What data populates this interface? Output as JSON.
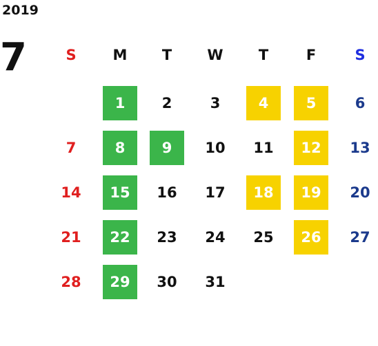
{
  "calendar": {
    "year": "2019",
    "month": "7",
    "weekday_headers": [
      "S",
      "M",
      "T",
      "W",
      "T",
      "F",
      "S"
    ],
    "colors": {
      "sunday": "#e01f1f",
      "saturday": "#1b3a8c",
      "green_highlight": "#3bb54a",
      "yellow_highlight": "#f7d200"
    },
    "weeks": [
      [
        {
          "day": "",
          "mark": ""
        },
        {
          "day": "1",
          "mark": "green"
        },
        {
          "day": "2",
          "mark": ""
        },
        {
          "day": "3",
          "mark": ""
        },
        {
          "day": "4",
          "mark": "yellow"
        },
        {
          "day": "5",
          "mark": "yellow"
        },
        {
          "day": "6",
          "mark": ""
        }
      ],
      [
        {
          "day": "7",
          "mark": ""
        },
        {
          "day": "8",
          "mark": "green"
        },
        {
          "day": "9",
          "mark": "green"
        },
        {
          "day": "10",
          "mark": ""
        },
        {
          "day": "11",
          "mark": ""
        },
        {
          "day": "12",
          "mark": "yellow"
        },
        {
          "day": "13",
          "mark": ""
        }
      ],
      [
        {
          "day": "14",
          "mark": ""
        },
        {
          "day": "15",
          "mark": "green"
        },
        {
          "day": "16",
          "mark": ""
        },
        {
          "day": "17",
          "mark": ""
        },
        {
          "day": "18",
          "mark": "yellow"
        },
        {
          "day": "19",
          "mark": "yellow"
        },
        {
          "day": "20",
          "mark": ""
        }
      ],
      [
        {
          "day": "21",
          "mark": ""
        },
        {
          "day": "22",
          "mark": "green"
        },
        {
          "day": "23",
          "mark": ""
        },
        {
          "day": "24",
          "mark": ""
        },
        {
          "day": "25",
          "mark": ""
        },
        {
          "day": "26",
          "mark": "yellow"
        },
        {
          "day": "27",
          "mark": ""
        }
      ],
      [
        {
          "day": "28",
          "mark": ""
        },
        {
          "day": "29",
          "mark": "green"
        },
        {
          "day": "30",
          "mark": ""
        },
        {
          "day": "31",
          "mark": ""
        },
        {
          "day": "",
          "mark": ""
        },
        {
          "day": "",
          "mark": ""
        },
        {
          "day": "",
          "mark": ""
        }
      ]
    ]
  }
}
